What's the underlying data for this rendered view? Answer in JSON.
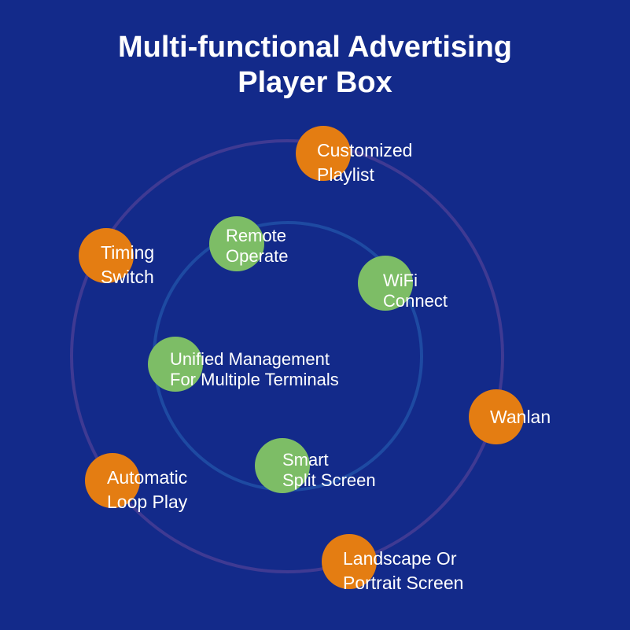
{
  "title": {
    "line1": "Multi-functional Advertising",
    "line2": "Player Box"
  },
  "colors": {
    "background": "#132a8a",
    "outer_node": "#e47d12",
    "inner_node": "#7dbd66",
    "outer_ring": "#3f3a93",
    "inner_ring": "#1e4aa2"
  },
  "outer_features": [
    {
      "id": "customized-playlist",
      "lines": [
        "Customized",
        "Playlist"
      ]
    },
    {
      "id": "timing-switch",
      "lines": [
        "Timing",
        "Switch"
      ]
    },
    {
      "id": "wanlan",
      "lines": [
        "Wanlan"
      ]
    },
    {
      "id": "automatic-loop-play",
      "lines": [
        "Automatic",
        "Loop Play"
      ]
    },
    {
      "id": "landscape-portrait",
      "lines": [
        "Landscape Or",
        "Portrait Screen"
      ]
    }
  ],
  "inner_features": [
    {
      "id": "remote-operate",
      "lines": [
        "Remote",
        "Operate"
      ]
    },
    {
      "id": "wifi-connect",
      "lines": [
        "WiFi",
        "Connect"
      ]
    },
    {
      "id": "unified-management",
      "lines": [
        "Unified Management",
        "For Multiple Terminals"
      ]
    },
    {
      "id": "smart-split-screen",
      "lines": [
        "Smart",
        "Split Screen"
      ]
    }
  ]
}
